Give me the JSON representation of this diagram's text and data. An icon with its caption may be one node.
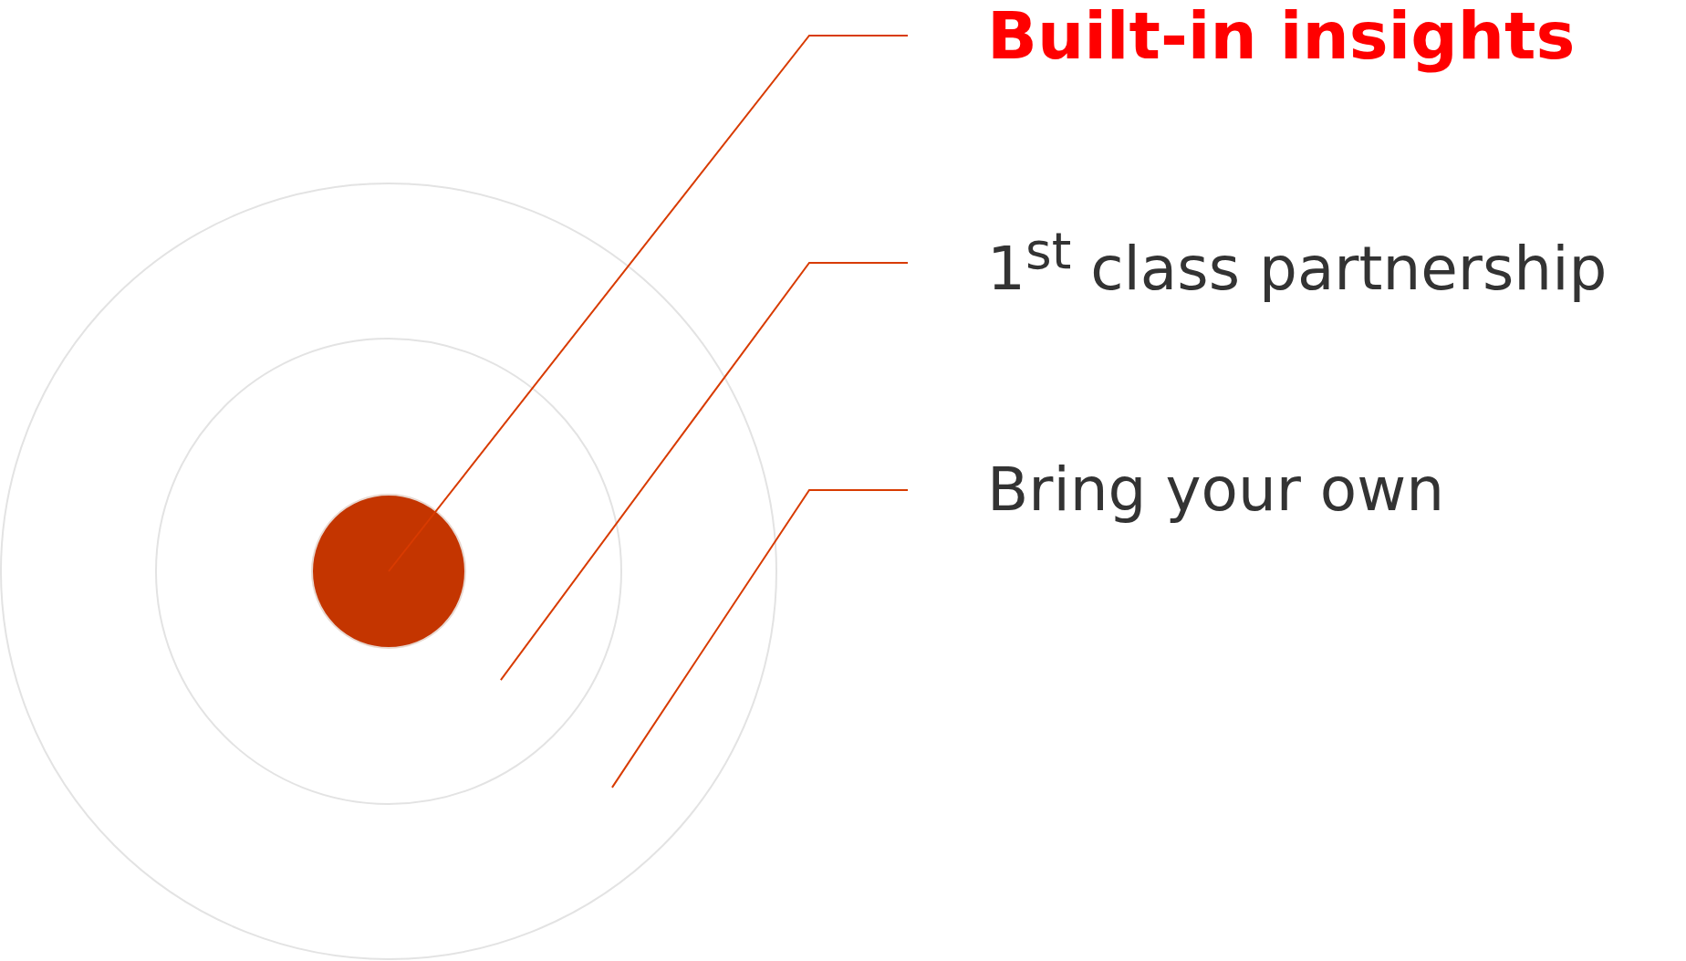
{
  "diagram": {
    "nodes": [
      {
        "text": [],
        "shape": "circle"
      },
      {
        "text": [],
        "shape": "circle",
        "in": 0
      },
      {
        "text": [],
        "shape": "circle",
        "in": 1
      },
      {
        "text": [
          "Built-in insights"
        ]
      },
      {
        "text": [
          "1$^{st}$ class partnership"
        ]
      },
      {
        "text": [
          "Bring your own"
        ]
      }
    ],
    "edges": [
      {
        "from": 3,
        "to": 2,
        "arrow": "none"
      },
      {
        "from": 4,
        "to": 1,
        "arrow": "none"
      },
      {
        "from": 5,
        "to": 0,
        "arrow": "none"
      }
    ]
  }
}
